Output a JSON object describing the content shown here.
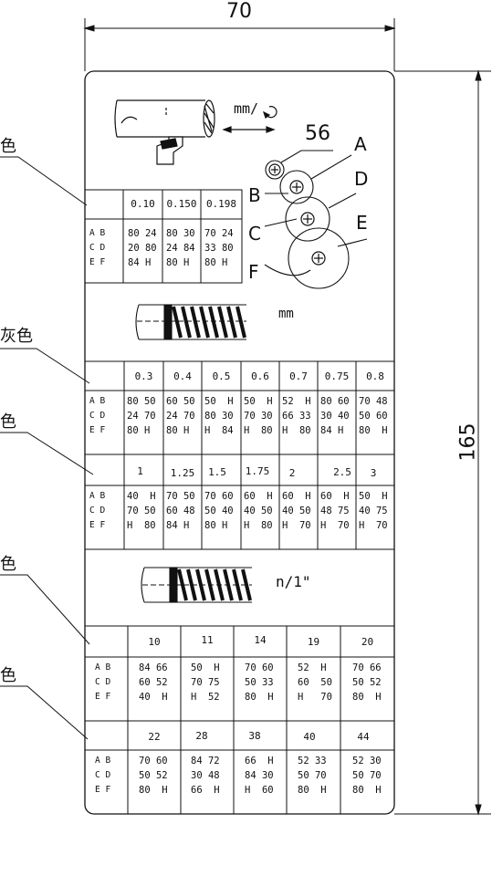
{
  "dimensions": {
    "width": "70",
    "height": "165"
  },
  "side_labels": [
    "色",
    "灰色",
    "色",
    "色",
    "色"
  ],
  "feed_unit": "mm/",
  "gear_labels": {
    "value": "56",
    "A": "A",
    "B": "B",
    "C": "C",
    "D": "D",
    "E": "E",
    "F": "F"
  },
  "keys": "A B\nC D\nE F",
  "metric_unit": "mm",
  "inch_unit": "n/1\"",
  "table1": {
    "headers": [
      "0.10",
      "0.150",
      "0.198"
    ],
    "cells": [
      "80 24\n20 80\n84 H",
      "80 30\n24 84\n80 H",
      "70 24\n33 80\n80 H"
    ]
  },
  "table2": {
    "headers": [
      "0.3",
      "0.4",
      "0.5",
      "0.6",
      "0.7",
      "0.75",
      "0.8"
    ],
    "cells": [
      "80 50\n24 70\n80 H",
      "60 50\n24 70\n80 H",
      "50  H\n80 30\nH  84",
      "50  H\n70 30\nH  80",
      "52  H\n66 33\nH  80",
      "80 60\n30 40\n84 H",
      "70 48\n50 60\n80  H"
    ]
  },
  "table3": {
    "headers": [
      "1",
      "1.25",
      "1.5",
      "1.75",
      "2",
      "2.5",
      "3"
    ],
    "cells": [
      "40  H\n70 50\nH  80",
      "70 50\n60 48\n84 H",
      "70 60\n50 40\n80 H",
      "60  H\n40 50\nH  80",
      "60  H\n40 50\nH  70",
      "60  H\n48 75\nH  70",
      "50  H\n40 75\nH  70"
    ]
  },
  "table4": {
    "headers": [
      "10",
      "11",
      "14",
      "19",
      "20"
    ],
    "cells": [
      "84 66\n60 52\n40  H",
      "50  H\n70 75\nH  52",
      "70 60\n50 33\n80  H",
      "52  H\n60  50\nH   70",
      "70 66\n50 52\n80  H"
    ]
  },
  "table5": {
    "headers": [
      "22",
      "28",
      "38",
      "40",
      "44"
    ],
    "cells": [
      "70 60\n50 52\n80  H",
      "84 72\n30 48\n66  H",
      "66  H\n84 30\nH  60",
      "52 33\n50 70\n80  H",
      "52 30\n50 70\n80  H"
    ]
  }
}
